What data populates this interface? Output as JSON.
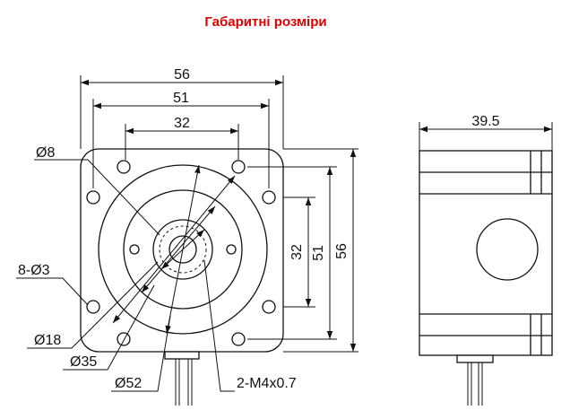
{
  "title": "Габаритні розміри",
  "colors": {
    "title": "#e00000",
    "line": "#111111"
  },
  "front_view": {
    "dim_overall_width": "56",
    "dim_hole_spacing_width": "51",
    "dim_inner_width": "32",
    "dim_inner_height": "32",
    "dim_hole_spacing_height": "51",
    "dim_overall_height": "56",
    "shaft_diameter": "Ø8",
    "mount_holes": "8-Ø3",
    "boss_diameter": "Ø18",
    "pilot_diameter": "Ø35",
    "flange_ring_diameter": "Ø52",
    "threaded_holes": "2-M4x0.7"
  },
  "side_view": {
    "dim_length": "39.5"
  }
}
